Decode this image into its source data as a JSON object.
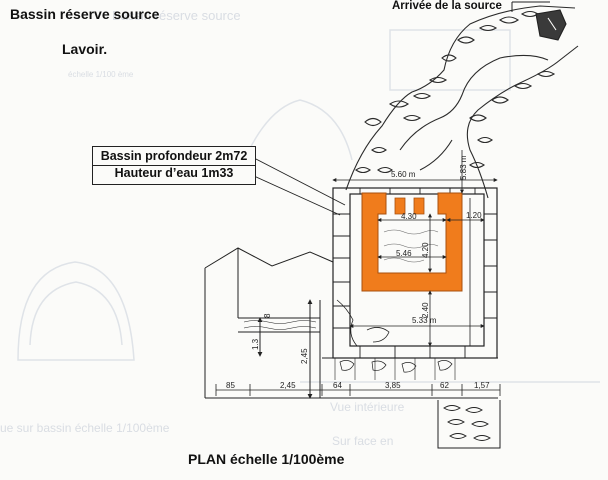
{
  "labels": {
    "title": "Bassin réserve  source",
    "subtitle": "Lavoir.",
    "source_arrival": "Arrivée de la source",
    "callout_line1": "Bassin profondeur 2m72",
    "callout_line2": "Hauteur d’eau 1m33",
    "plan_caption": "PLAN   échelle  1/100ème"
  },
  "ghost_text": {
    "top": "Bassin réserve source",
    "left_small": "échelle 1/100 ème",
    "bottom_left": "ue  sur bassin échelle  1/100ème",
    "bottom_right1": "Vue intérieure",
    "bottom_right2": "Sur face en"
  },
  "dimensions": {
    "d560": "5.60 m",
    "d583": "5.83 m",
    "d430": "4.30",
    "d120": "1.20",
    "d546": "5.46",
    "d420": "4.20",
    "d240": "2.40",
    "d533": "5.33 m",
    "left8": "8",
    "left13": "1.3",
    "left245": "2,45",
    "b85": "85",
    "b245": "2,45",
    "b64": "64",
    "b385": "3,85",
    "b62": "62",
    "b157": "1,57"
  },
  "colors": {
    "basin_fill": "#f07c1c",
    "ink": "#222222",
    "ghost": "#d9dde3"
  }
}
